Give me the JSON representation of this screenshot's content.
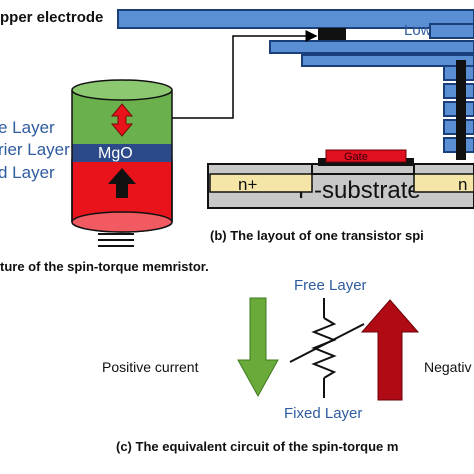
{
  "top_labels": {
    "upper_electrode": "pper electrode",
    "lower": "Lowe"
  },
  "memristor_labels": {
    "free_layer": "e Layer",
    "barrier_layer": "rier Layer",
    "fixed_layer": "d Layer",
    "mgo": "MgO"
  },
  "transistor": {
    "gate": "Gate",
    "n_left": "n+",
    "n_right": "n",
    "substrate": "P-substrate"
  },
  "captions": {
    "a": "ture of the spin-torque memristor.",
    "b": "(b) The layout of one transistor spi",
    "c": "(c) The equivalent circuit  of the spin-torque m"
  },
  "circuit": {
    "free_layer": "Free Layer",
    "fixed_layer": "Fixed Layer",
    "positive_current": "Positive current",
    "negative": "Negativ"
  },
  "colors": {
    "electrode_blue": "#5b8fd4",
    "layer_green": "#6ab04c",
    "layer_red": "#e8131b",
    "mgo_blue": "#2c4a8a",
    "substrate_gray": "#c8c8c8",
    "nplus_tan": "#f5e6a8",
    "gate_red": "#e01020",
    "text_blue": "#2e5c9e",
    "arrow_green": "#6aaa3a",
    "arrow_darkred": "#b00a14"
  }
}
